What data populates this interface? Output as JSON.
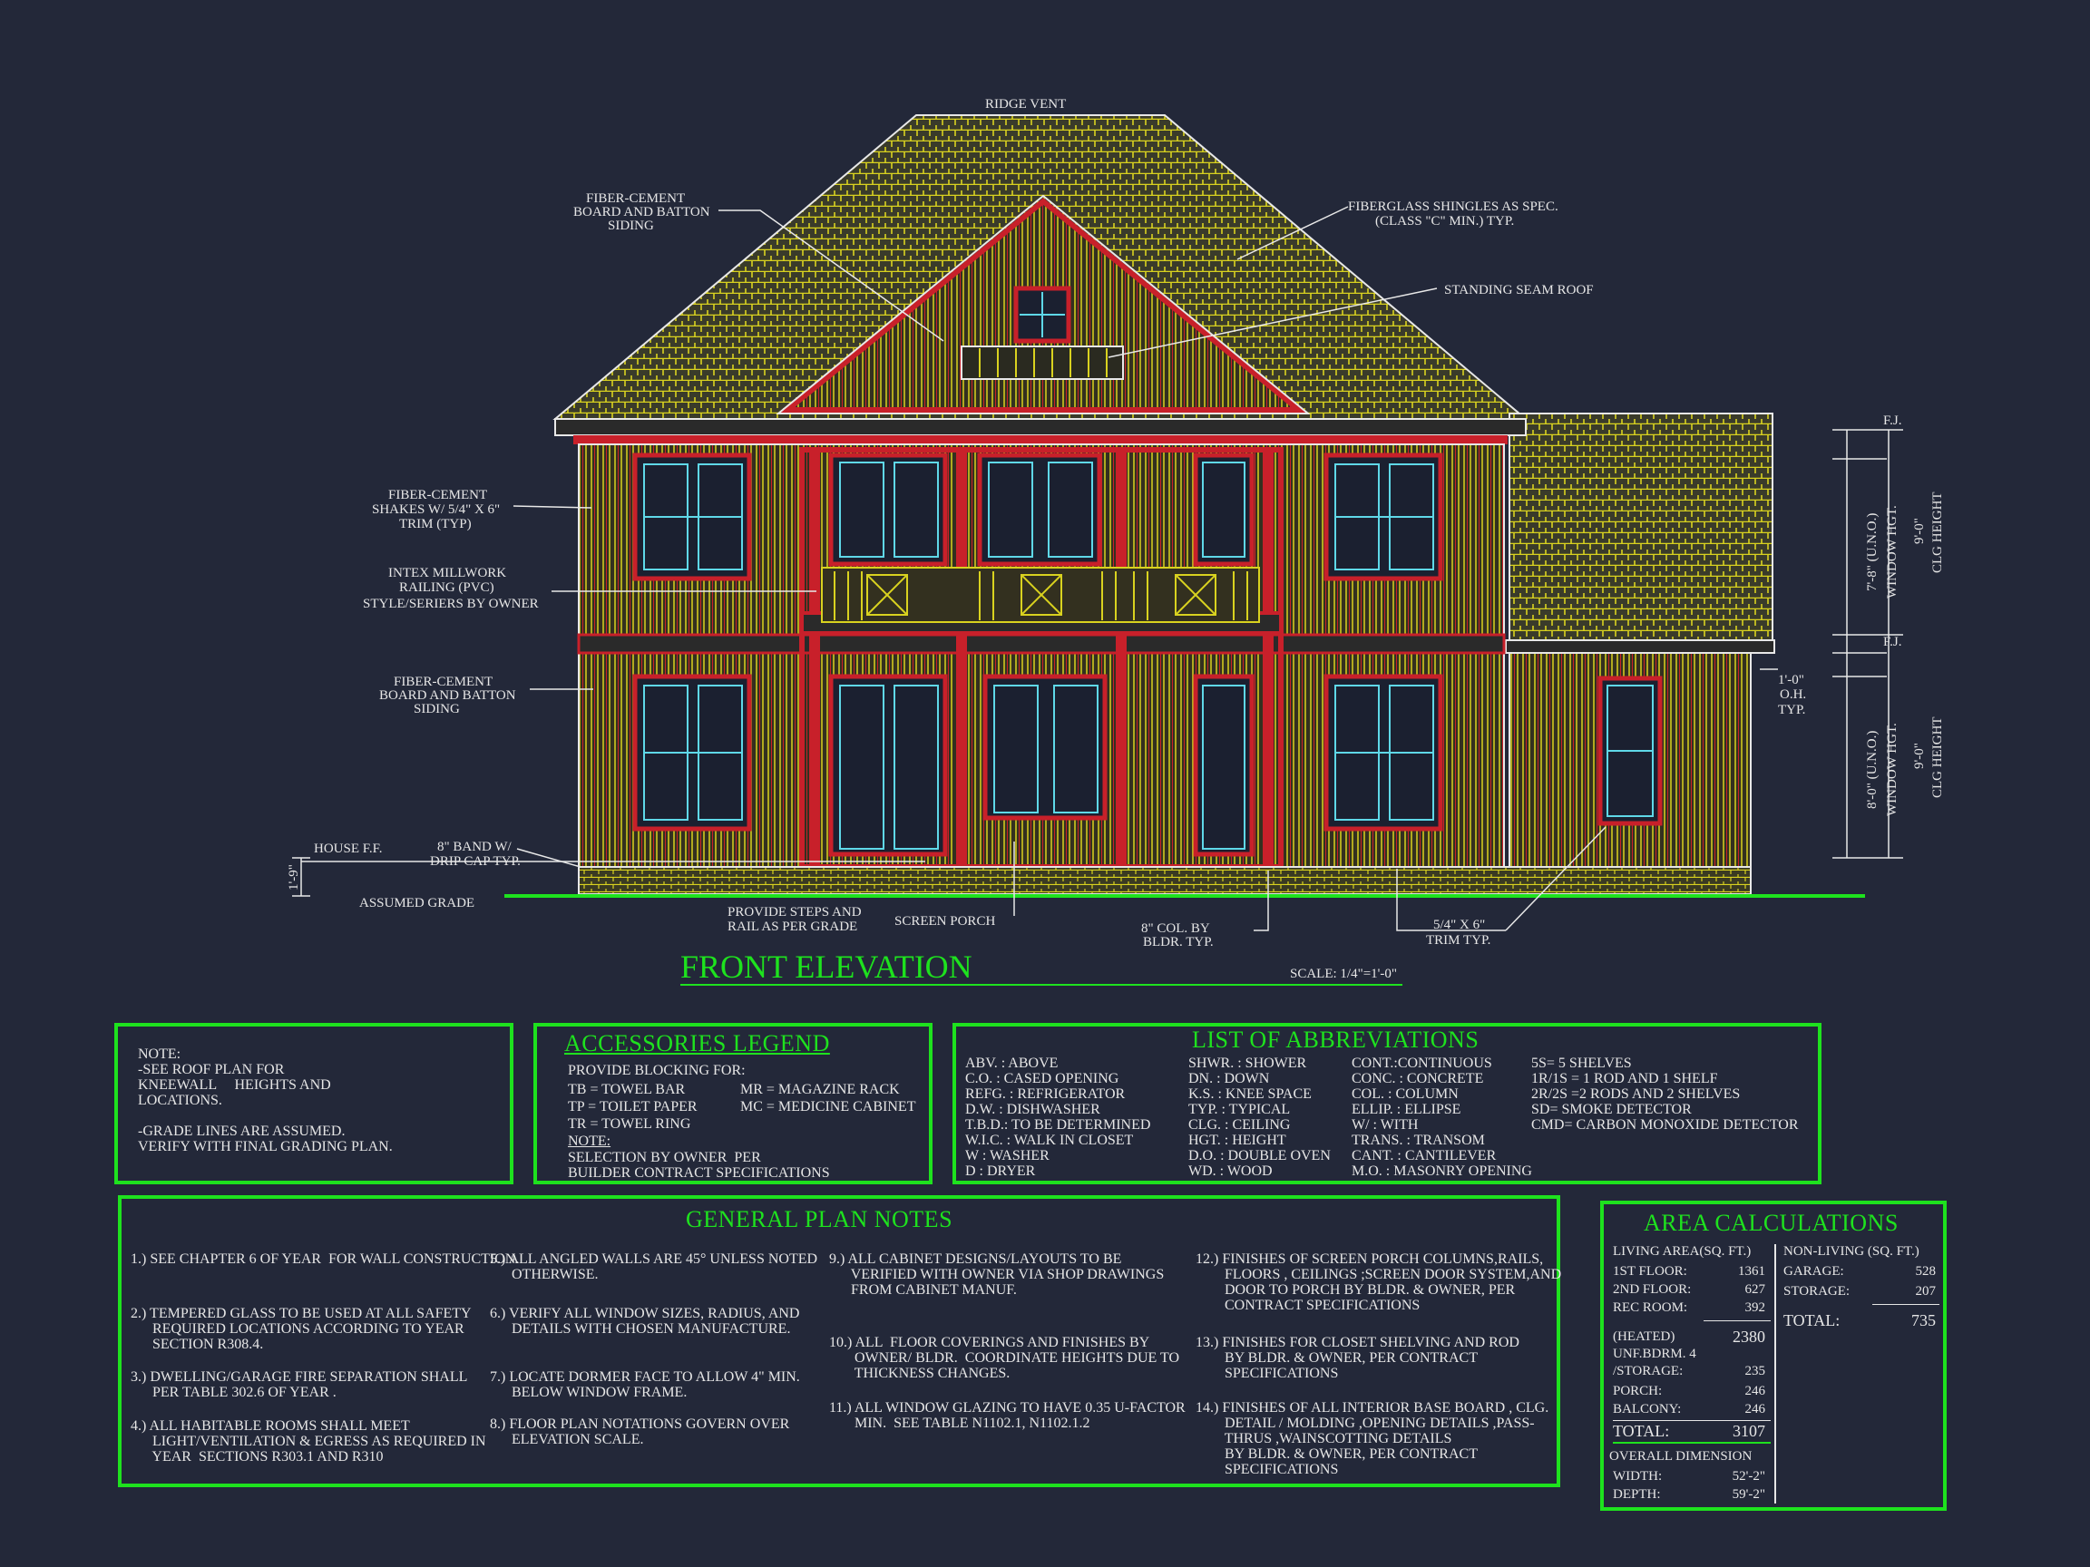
{
  "callouts": {
    "ridge_vent": "RIDGE  VENT",
    "fiber_cement_top": [
      "FIBER-CEMENT",
      "BOARD AND BATTON",
      "SIDING"
    ],
    "shingles": [
      "FIBERGLASS SHINGLES AS SPEC.",
      "(CLASS \"C\" MIN.) TYP."
    ],
    "standing_seam": "STANDING SEAM ROOF",
    "shakes": [
      "FIBER-CEMENT",
      "SHAKES W/ 5/4\" X 6\"",
      "TRIM (TYP)"
    ],
    "railing": [
      "INTEX MILLWORK",
      "RAILING (PVC)",
      "STYLE/SERIERS BY OWNER"
    ],
    "fiber_cement_low": [
      "FIBER-CEMENT",
      "BOARD AND BATTON",
      "SIDING"
    ],
    "house_ff": "HOUSE F.F.",
    "band": [
      "8\" BAND W/",
      "DRIP CAP TYP."
    ],
    "assumed_grade": "ASSUMED GRADE",
    "grade_dim": "1'-9\"",
    "steps": [
      "PROVIDE STEPS AND",
      "RAIL AS PER GRADE"
    ],
    "screen_porch": "SCREEN PORCH",
    "col": [
      "8\" COL. BY",
      "BLDR. TYP."
    ],
    "trim": [
      "5/4\" X 6\"",
      "TRIM TYP."
    ],
    "oh": [
      "1'-0\"",
      "O.H.",
      "TYP."
    ],
    "fj_top": "F.J.",
    "fj_mid": "F.J.",
    "win_hgt_2": "7'-8\" (U.N.O.)",
    "win_hgt_1": "8'-0\" (U.N.O.)",
    "window_hgt": "WINDOW HGT.",
    "clg_dim": "9'-0\"",
    "clg_height": "CLG HEIGHT"
  },
  "title": "FRONT ELEVATION",
  "scale": "SCALE: 1/4\"=1'-0\"",
  "note": {
    "lines": "NOTE:\n-SEE ROOF PLAN FOR\nKNEEWALL     HEIGHTS AND\nLOCATIONS.\n\n-GRADE LINES ARE ASSUMED.\nVERIFY WITH FINAL GRADING PLAN."
  },
  "accessories": {
    "title": "ACCESSORIES LEGEND",
    "lead": "PROVIDE BLOCKING FOR:",
    "col1": "TB = TOWEL BAR\nTP = TOILET PAPER\nTR = TOWEL RING",
    "col2": "MR = MAGAZINE RACK\nMC = MEDICINE CABINET",
    "note_label": "NOTE:",
    "note_text": "SELECTION BY OWNER  PER\nBUILDER CONTRACT SPECIFICATIONS"
  },
  "abbreviations": {
    "title": "LIST OF ABBREVIATIONS",
    "col1": "ABV. : ABOVE\nC.O. : CASED OPENING\nREFG. : REFRIGERATOR\nD.W. : DISHWASHER\nT.B.D.: TO BE DETERMINED\nW.I.C. : WALK IN CLOSET\nW : WASHER\nD : DRYER",
    "col2": "SHWR. : SHOWER\nDN. : DOWN\nK.S. : KNEE SPACE\nTYP. : TYPICAL\nCLG. : CEILING\nHGT. : HEIGHT\nD.O. : DOUBLE OVEN\nWD. : WOOD",
    "col3": "CONT.:CONTINUOUS\nCONC. : CONCRETE\nCOL. : COLUMN\nELLIP. : ELLIPSE\nW/ : WITH\nTRANS. : TRANSOM\nCANT. : CANTILEVER\nM.O. : MASONRY OPENING",
    "col4": "5S= 5 SHELVES\n1R/1S = 1 ROD AND 1 SHELF\n2R/2S =2 RODS AND 2 SHELVES\nSD= SMOKE DETECTOR\nCMD= CARBON MONOXIDE DETECTOR"
  },
  "general_notes": {
    "title": "GENERAL PLAN NOTES",
    "n1": "1.) SEE CHAPTER 6 OF YEAR  FOR WALL CONSTRUCTION.",
    "n2": "2.) TEMPERED GLASS TO BE USED AT ALL SAFETY\n      REQUIRED LOCATIONS ACCORDING TO YEAR\n      SECTION R308.4.",
    "n3": "3.) DWELLING/GARAGE FIRE SEPARATION SHALL\n      PER TABLE 302.6 OF YEAR .",
    "n4": "4.) ALL HABITABLE ROOMS SHALL MEET\n      LIGHT/VENTILATION & EGRESS AS REQUIRED IN\n      YEAR  SECTIONS R303.1 AND R310",
    "n5": "5.) ALL ANGLED WALLS ARE 45° UNLESS NOTED\n      OTHERWISE.",
    "n6": "6.) VERIFY ALL WINDOW SIZES, RADIUS, AND\n      DETAILS WITH CHOSEN MANUFACTURE.",
    "n7": "7.) LOCATE DORMER FACE TO ALLOW 4\" MIN.\n      BELOW WINDOW FRAME.",
    "n8": "8.) FLOOR PLAN NOTATIONS GOVERN OVER\n      ELEVATION SCALE.",
    "n9": "9.) ALL CABINET DESIGNS/LAYOUTS TO BE\n      VERIFIED WITH OWNER VIA SHOP DRAWINGS\n      FROM CABINET MANUF.",
    "n10": "10.) ALL  FLOOR COVERINGS AND FINISHES BY\n       OWNER/ BLDR.  COORDINATE HEIGHTS DUE TO\n       THICKNESS CHANGES.",
    "n11": "11.) ALL WINDOW GLAZING TO HAVE 0.35 U-FACTOR\n       MIN.  SEE TABLE N1102.1, N1102.1.2",
    "n12": "12.) FINISHES OF SCREEN PORCH COLUMNS,RAILS,\n        FLOORS , CEILINGS ;SCREEN DOOR SYSTEM,AND\n        DOOR TO PORCH BY BLDR. & OWNER, PER\n        CONTRACT SPECIFICATIONS",
    "n13": "13.) FINISHES FOR CLOSET SHELVING AND ROD\n        BY BLDR. & OWNER, PER CONTRACT\n        SPECIFICATIONS",
    "n14": "14.) FINISHES OF ALL INTERIOR BASE BOARD , CLG.\n        DETAIL / MOLDING ,OPENING DETAILS ,PASS-\n        THRUS ,WAINSCOTTING DETAILS\n        BY BLDR. & OWNER, PER CONTRACT\n        SPECIFICATIONS"
  },
  "area": {
    "title": "AREA CALCULATIONS",
    "living_head": "LIVING AREA(SQ. FT.)",
    "nonliving_head": "NON-LIVING (SQ. FT.)",
    "living": [
      {
        "label": "1ST FLOOR:",
        "value": "1361"
      },
      {
        "label": "2ND FLOOR:",
        "value": "627"
      },
      {
        "label": "REC ROOM:",
        "value": "392"
      }
    ],
    "heated_label": "(HEATED)",
    "heated_value": "2380",
    "unf_label": "UNF.BDRM. 4\n/STORAGE:",
    "unf_value": "235",
    "porch_label": "PORCH:",
    "porch_value": "246",
    "balcony_label": "BALCONY:",
    "balcony_value": "246",
    "total_label": "TOTAL:",
    "total_value": "3107",
    "garage_label": "GARAGE:",
    "garage_value": "528",
    "storage_label": "STORAGE:",
    "storage_value": "207",
    "nl_total_label": "TOTAL:",
    "nl_total_value": "735",
    "overall_head": "OVERALL DIMENSION",
    "width_label": "WIDTH:",
    "width_value": "52'-2\"",
    "depth_label": "DEPTH:",
    "depth_value": "59'-2\""
  }
}
